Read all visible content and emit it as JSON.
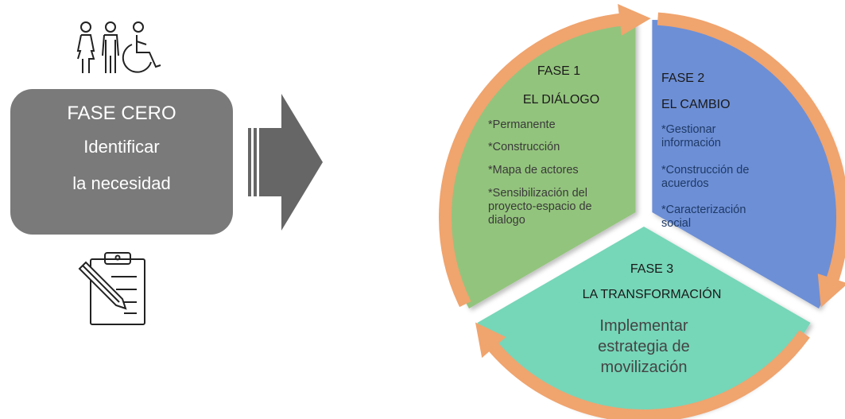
{
  "fase_cero": {
    "title": "FASE CERO",
    "line1": "Identificar",
    "line2": "la necesidad"
  },
  "fase1": {
    "num": "FASE 1",
    "name": "EL DIÁLOGO",
    "items": [
      "*Permanente",
      "*Construcción",
      "*Mapa de actores",
      "*Sensibilización del proyecto-espacio de dialogo"
    ],
    "color": "#93c47d"
  },
  "fase2": {
    "num": "FASE 2",
    "name": "EL CAMBIO",
    "items": [
      "*Gestionar información",
      "*Construcción de acuerdos",
      "*Caracterización social"
    ],
    "color": "#6d8fd6"
  },
  "fase3": {
    "num": "FASE 3",
    "name": "LA TRANSFORMACIÓN",
    "desc": "Implementar estrategia de movilización",
    "color": "#76d6b8"
  },
  "arrow_color": "#f0a46e",
  "icons": [
    "person-woman-icon",
    "person-man-icon",
    "wheelchair-icon",
    "clipboard-icon",
    "pencil-icon",
    "big-arrow-icon"
  ]
}
